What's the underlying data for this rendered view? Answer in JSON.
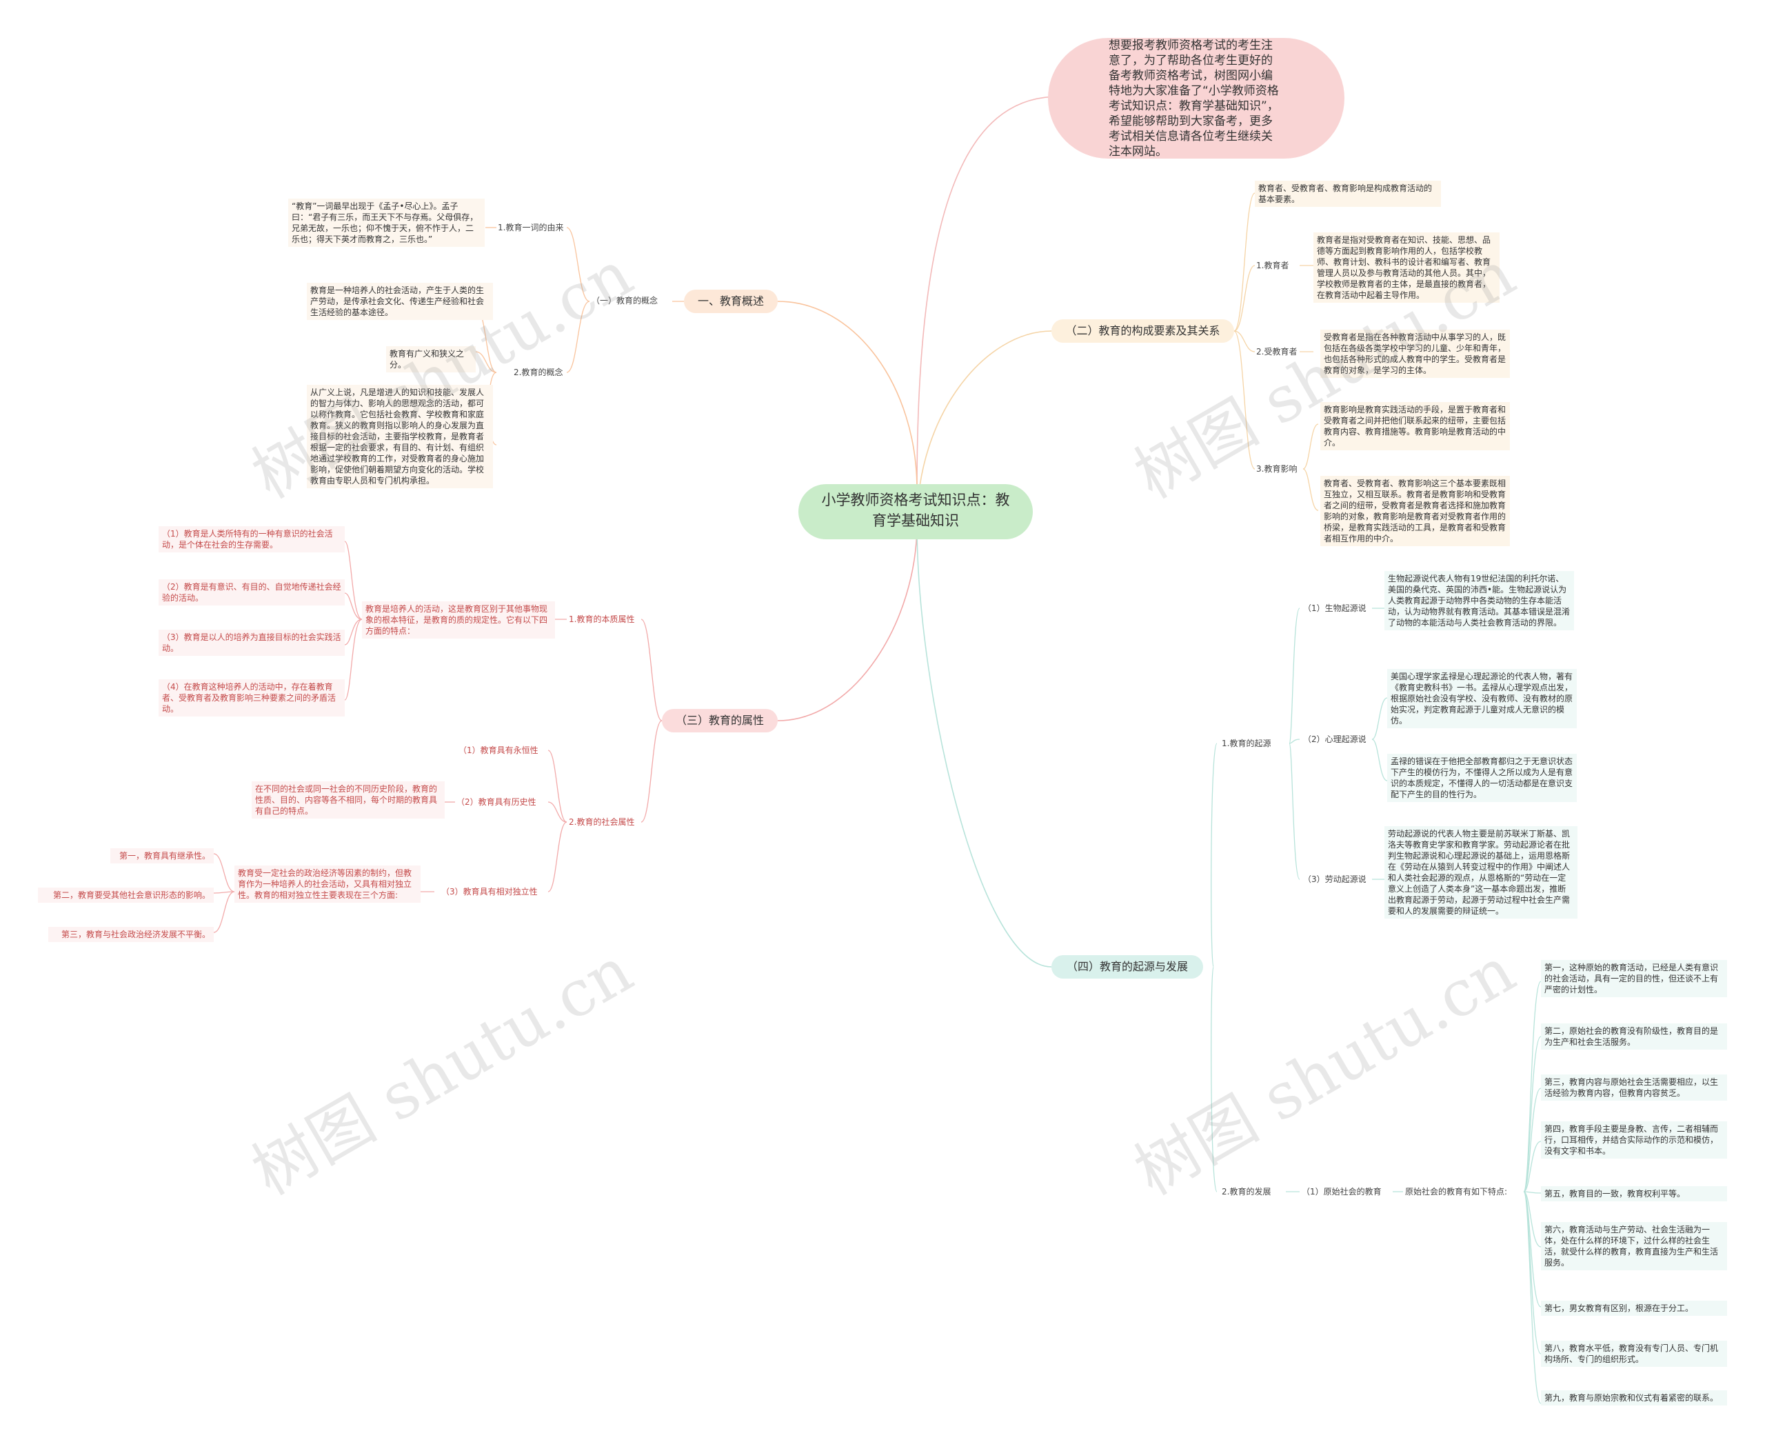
{
  "root": {
    "title": "小学教师资格考试知识点：教育学基础知识"
  },
  "intro": {
    "text": "想要报考教师资格考试的考生注意了，为了帮助各位考生更好的备考教师资格考试，树图网小编特地为大家准备了“小学教师资格考试知识点：教育学基础知识”，希望能够帮助到大家备考，更多考试相关信息请各位考生继续关注本网站。"
  },
  "watermark": {
    "text": "树图 shutu.cn"
  },
  "colors": {
    "root": "#c9ecc9",
    "intro": "#f9d4d4",
    "overview": "#f9a66b",
    "elements": "#f5c98a",
    "attributes": "#ef8f8f",
    "origin": "#8fd3c5"
  },
  "overview": {
    "label": "一、教育概述",
    "concept": {
      "label": "（一）教育的概念",
      "origin_label": "1.教育一词的由来",
      "origin_text": "“教育”一词最早出现于《孟子•尽心上》。孟子曰：“君子有三乐，而王天下不与存焉。父母俱存，兄弟无故，一乐也；仰不愧于天，俯不怍于人，二乐也；得天下英才而教育之，三乐也。”",
      "def_label": "2.教育的概念",
      "def_text1": "教育是一种培养人的社会活动，产生于人类的生产劳动，是传承社会文化、传递生产经验和社会生活经验的基本途径。",
      "def_text2": "教育有广义和狭义之分。",
      "def_text3": "从广义上说，凡是增进人的知识和技能、发展人的智力与体力、影响人的思想观念的活动，都可以称作教育。它包括社会教育、学校教育和家庭教育。狭义的教育则指以影响人的身心发展为直接目标的社会活动，主要指学校教育，是教育者根据一定的社会要求，有目的、有计划、有组织地通过学校教育的工作，对受教育者的身心施加影响，促使他们朝着期望方向变化的活动。学校教育由专职人员和专门机构承担。"
    }
  },
  "elements": {
    "label": "（二）教育的构成要素及其关系",
    "intro_text": "教育者、受教育者、教育影响是构成教育活动的基本要素。",
    "educator_label": "1.教育者",
    "educator_text": "教育者是指对受教育者在知识、技能、思想、品德等方面起到教育影响作用的人，包括学校教师、教育计划、教科书的设计者和编写者、教育管理人员以及参与教育活动的其他人员。其中，学校教师是教育者的主体，是最直接的教育者，在教育活动中起着主导作用。",
    "learner_label": "2.受教育者",
    "learner_text": "受教育者是指在各种教育活动中从事学习的人，既包括在各级各类学校中学习的儿童、少年和青年，也包括各种形式的成人教育中的学生。受教育者是教育的对象，是学习的主体。",
    "influence_label": "3.教育影响",
    "influence_text1": "教育影响是教育实践活动的手段，是置于教育者和受教育者之间并把他们联系起来的纽带，主要包括教育内容、教育措施等。教育影响是教育活动的中介。",
    "influence_text2": "教育者、受教育者、教育影响这三个基本要素既相互独立，又相互联系。教育者是教育影响和受教育者之间的纽带，受教育者是教育者选择和施加教育影响的对象，教育影响是教育者对受教育者作用的桥梁，是教育实践活动的工具，是教育者和受教育者相互作用的中介。"
  },
  "attributes": {
    "label": "（三）教育的属性",
    "essence_label": "1.教育的本质属性",
    "essence_text": "教育是培养人的活动，这是教育区别于其他事物现象的根本特征，是教育的质的规定性。它有以下四方面的特点：",
    "essence_items": [
      "（1）教育是人类所特有的一种有意识的社会活动，是个体在社会的生存需要。",
      "（2）教育是有意识、有目的、自觉地传递社会经验的活动。",
      "（3）教育是以人的培养为直接目标的社会实践活动。",
      "（4）在教育这种培养人的活动中，存在着教育者、受教育者及教育影响三种要素之间的矛盾活动。"
    ],
    "social_label": "2.教育的社会属性",
    "eternal_label": "（1）教育具有永恒性",
    "historical_label": "（2）教育具有历史性",
    "historical_text": "在不同的社会或同一社会的不同历史阶段，教育的性质、目的、内容等各不相同，每个时期的教育具有自己的特点。",
    "independent_label": "（3）教育具有相对独立性",
    "independent_text": "教育受一定社会的政治经济等因素的制约，但教育作为一种培养人的社会活动，又具有相对独立性。教育的相对独立性主要表现在三个方面:",
    "independent_items": [
      "第一，教育具有继承性。",
      "第二，教育要受其他社会意识形态的影响。",
      "第三，教育与社会政治经济发展不平衡。"
    ]
  },
  "origin": {
    "label": "（四）教育的起源与发展",
    "source_label": "1.教育的起源",
    "bio_label": "（1）生物起源说",
    "bio_text": "生物起源说代表人物有19世纪法国的利托尔诺、美国的桑代克、英国的沛西•能。生物起源说认为人类教育起源于动物界中各类动物的生存本能活动，认为动物界就有教育活动。其基本错误是混淆了动物的本能活动与人类社会教育活动的界限。",
    "psy_label": "（2）心理起源说",
    "psy_text1": "美国心理学家孟禄是心理起源论的代表人物，著有《教育史教科书》一书。孟禄从心理学观点出发，根据原始社会没有学校、没有教师、没有教材的原始实况，判定教育起源于儿童对成人无意识的模仿。",
    "psy_text2": "孟禄的错误在于他把全部教育都归之于无意识状态下产生的模仿行为，不懂得人之所以成为人是有意识的本质规定，不懂得人的一切活动都是在意识支配下产生的目的性行为。",
    "labor_label": "（3）劳动起源说",
    "labor_text": "劳动起源说的代表人物主要是前苏联米丁斯基、凯洛夫等教育史学家和教育学家。劳动起源论者在批判生物起源说和心理起源说的基础上，运用恩格斯在《劳动在从猿到人转变过程中的作用》中阐述人和人类社会起源的观点，从恩格斯的“劳动在一定意义上创造了人类本身”这一基本命题出发，推断出教育起源于劳动，起源于劳动过程中社会生产需要和人的发展需要的辩证统一。",
    "dev_label": "2.教育的发展",
    "primitive_label": "（1）原始社会的教育",
    "primitive_text": "原始社会的教育有如下特点:",
    "primitive_items": [
      "第一，这种原始的教育活动，已经是人类有意识的社会活动，具有一定的目的性，但还谈不上有严密的计划性。",
      "第二，原始社会的教育没有阶级性，教育目的是为生产和社会生活服务。",
      "第三，教育内容与原始社会生活需要相应，以生活经验为教育内容，但教育内容贫乏。",
      "第四，教育手段主要是身教、言传，二者相辅而行，口耳相传，并结合实际动作的示范和模仿，没有文字和书本。",
      "第五，教育目的一致，教育权利平等。",
      "第六，教育活动与生产劳动、社会生活融为一体，处在什么样的环境下，过什么样的社会生活，就受什么样的教育，教育直接为生产和生活服务。",
      "第七，男女教育有区别，根源在于分工。",
      "第八，教育水平低，教育没有专门人员、专门机构场所、专门的组织形式。",
      "第九，教育与原始宗教和仪式有着紧密的联系。"
    ]
  }
}
